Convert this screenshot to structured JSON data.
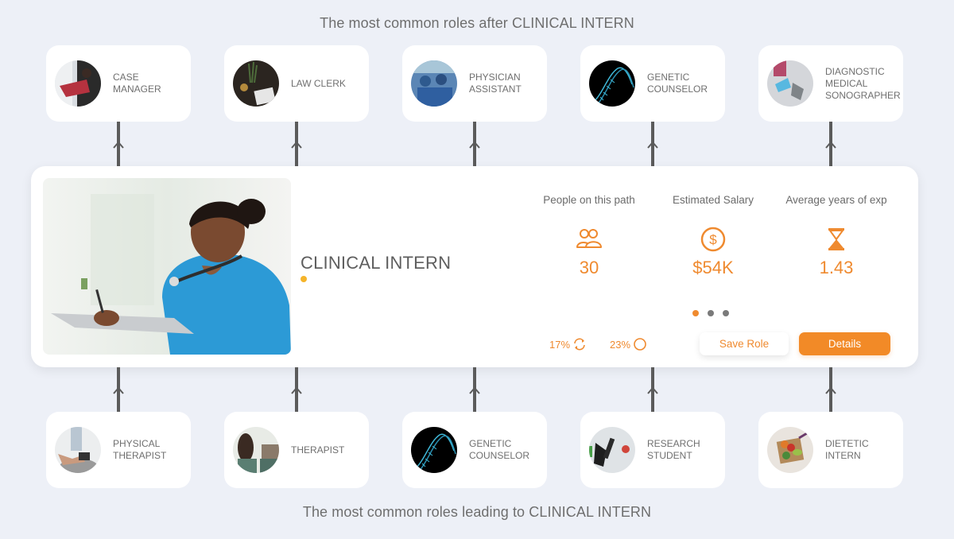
{
  "page": {
    "title_after": "The most common roles after CLINICAL INTERN",
    "title_leading": "The most common roles leading to CLINICAL INTERN"
  },
  "next_roles": [
    {
      "label": "CASE\nMANAGER",
      "image": "person-with-red-folder-photo"
    },
    {
      "label": "LAW CLERK",
      "image": "scales-and-documents-photo"
    },
    {
      "label": "PHYSICIAN\nASSISTANT",
      "image": "surgery-team-photo"
    },
    {
      "label": "GENETIC\nCOUNSELOR",
      "image": "dna-helix-photo"
    },
    {
      "label": "DIAGNOSTIC\nMEDICAL\nSONOGRAPHER",
      "image": "lab-gloves-photo"
    }
  ],
  "previous_roles": [
    {
      "label": "PHYSICAL\nTHERAPIST",
      "image": "physio-session-photo"
    },
    {
      "label": "THERAPIST",
      "image": "therapy-session-photo"
    },
    {
      "label": "GENETIC\nCOUNSELOR",
      "image": "dna-helix-photo"
    },
    {
      "label": "RESEARCH\nSTUDENT",
      "image": "microscope-photo"
    },
    {
      "label": "DIETETIC\nINTERN",
      "image": "vegetables-photo"
    }
  ],
  "current_role": {
    "name": "CLINICAL INTERN",
    "image": "nurse-with-clipboard-photo",
    "stats": {
      "people": {
        "label": "People on this path",
        "value": "30",
        "icon": "people-icon"
      },
      "salary": {
        "label": "Estimated Salary",
        "value": "$54K",
        "icon": "dollar-circle-icon"
      },
      "experience": {
        "label": "Average years of exp",
        "value": "1.43",
        "icon": "hourglass-icon"
      }
    },
    "pager": {
      "count": 3,
      "active": 0
    },
    "metrics": [
      {
        "value": "17%",
        "icon": "refresh-cycle-icon"
      },
      {
        "value": "23%",
        "icon": "circle-outline-icon"
      }
    ],
    "buttons": {
      "save": "Save Role",
      "details": "Details"
    }
  },
  "colors": {
    "background": "#edf0f7",
    "accent": "#f28a27",
    "accent_text": "#ef8a2f",
    "role_dot": "#f5b42a",
    "connector": "#5b5b5b",
    "pager_inactive": "#7a7a7a"
  }
}
